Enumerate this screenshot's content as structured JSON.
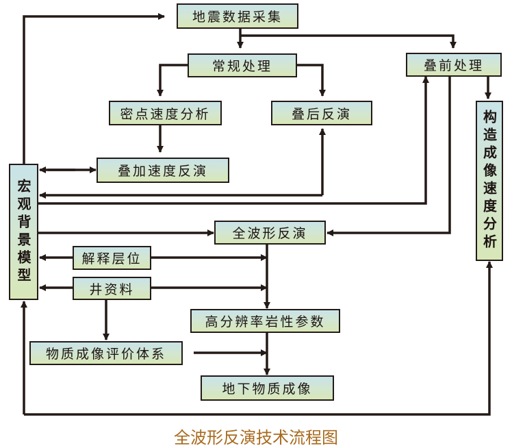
{
  "diagram": {
    "title": "全波形反演技术流程图",
    "colors": {
      "line": "#231a17",
      "box_top": "#c9e3e8",
      "box_bottom": "#d8e7b8",
      "caption": "#a86a1e"
    },
    "nodes": {
      "seismic_acquisition": "地震数据采集",
      "conventional_processing": "常规处理",
      "prestack_processing": "叠前处理",
      "dense_velocity_analysis": "密点速度分析",
      "poststack_inversion": "叠后反演",
      "stack_velocity_inversion": "叠加速度反演",
      "structural_imaging_velocity": "构造成像速度分析",
      "macro_background_model": "宏观背景模型",
      "full_waveform_inversion": "全波形反演",
      "interpreted_horizons": "解释层位",
      "well_data": "井资料",
      "hires_lithology_params": "高分辨率岩性参数",
      "material_imaging_evaluation": "物质成像评价体系",
      "subsurface_material_imaging": "地下物质成像"
    },
    "edges": [
      {
        "from": "macro_background_model",
        "to": "seismic_acquisition"
      },
      {
        "from": "seismic_acquisition",
        "to": "conventional_processing"
      },
      {
        "from": "seismic_acquisition",
        "to": "prestack_processing"
      },
      {
        "from": "conventional_processing",
        "to": "dense_velocity_analysis"
      },
      {
        "from": "conventional_processing",
        "to": "poststack_inversion"
      },
      {
        "from": "dense_velocity_analysis",
        "to": "stack_velocity_inversion"
      },
      {
        "from": "stack_velocity_inversion",
        "to": "macro_background_model",
        "bidirectional": true
      },
      {
        "from": "poststack_inversion",
        "to": "macro_background_model",
        "bidirectional": true
      },
      {
        "from": "macro_background_model",
        "to": "prestack_processing"
      },
      {
        "from": "prestack_processing",
        "to": "structural_imaging_velocity"
      },
      {
        "from": "prestack_processing",
        "to": "full_waveform_inversion"
      },
      {
        "from": "macro_background_model",
        "to": "full_waveform_inversion"
      },
      {
        "from": "interpreted_horizons",
        "to": "macro_background_model"
      },
      {
        "from": "interpreted_horizons",
        "to": "hires_lithology_params"
      },
      {
        "from": "well_data",
        "to": "macro_background_model"
      },
      {
        "from": "well_data",
        "to": "hires_lithology_params"
      },
      {
        "from": "well_data",
        "to": "material_imaging_evaluation"
      },
      {
        "from": "full_waveform_inversion",
        "to": "hires_lithology_params"
      },
      {
        "from": "hires_lithology_params",
        "to": "subsurface_material_imaging"
      },
      {
        "from": "material_imaging_evaluation",
        "to": "subsurface_material_imaging"
      },
      {
        "from": "structural_imaging_velocity",
        "to": "macro_background_model",
        "bidirectional": true
      }
    ]
  }
}
